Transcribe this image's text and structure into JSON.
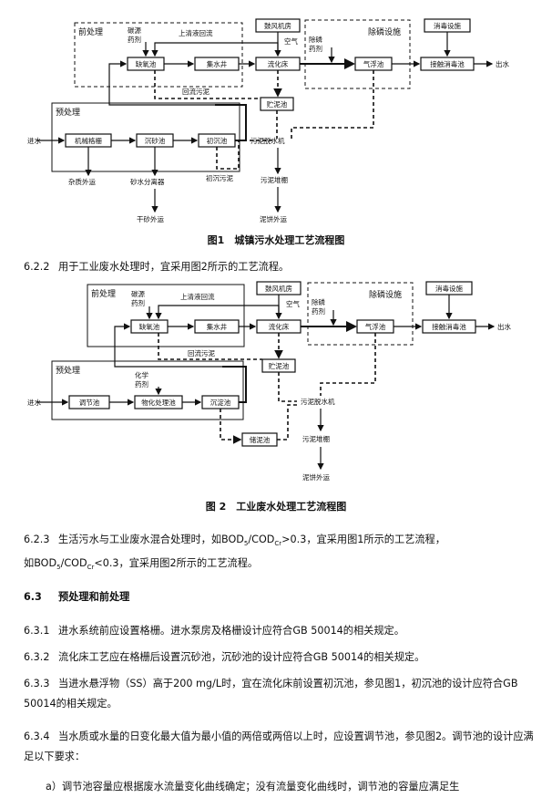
{
  "fig1": {
    "caption": "图1　城镇污水处理工艺流程图",
    "regions": {
      "pre_treatment": "前处理",
      "pretreatment": "预处理",
      "phosphorus": "除磷设施"
    },
    "boxes": {
      "anoxic": "缺氧池",
      "collect": "集水井",
      "fluidized": "流化床",
      "blower": "鼓风机房",
      "float": "气浮池",
      "contact": "接触消毒池",
      "disinfect": "消毒设施",
      "sludge_tank": "贮泥池",
      "screen": "机械格栅",
      "grit": "沉砂池",
      "primary": "初沉池"
    },
    "labels": {
      "carbon": "碳源",
      "carbon2": "药剂",
      "supernatant": "上清液回流",
      "air": "空气",
      "p_removal": "除磷",
      "p_removal2": "药剂",
      "outlet": "出水",
      "return_sludge": "回流污泥",
      "inlet": "进水",
      "dewater": "污泥脱水机",
      "primary_sludge": "初沉污泥",
      "sludge_shed": "污泥堆棚",
      "debris": "杂质外运",
      "sand_sep": "砂水分离器",
      "sand_out": "干砂外运",
      "cake_out": "泥饼外运"
    }
  },
  "fig2": {
    "caption": "图 2　工业废水处理工艺流程图",
    "regions": {
      "pre_treatment": "前处理",
      "pretreatment": "预处理",
      "phosphorus": "除磷设施"
    },
    "boxes": {
      "anoxic": "缺氧池",
      "collect": "集水井",
      "fluidized": "流化床",
      "blower": "鼓风机房",
      "float": "气浮池",
      "contact": "接触消毒池",
      "disinfect": "消毒设施",
      "sludge_tank": "贮泥池",
      "equalize": "调节池",
      "physchem": "物化处理池",
      "settle": "沉淀池",
      "sludge_store": "储泥池"
    },
    "labels": {
      "carbon": "碳源",
      "carbon2": "药剂",
      "supernatant": "上清液回流",
      "air": "空气",
      "p_removal": "除磷",
      "p_removal2": "药剂",
      "outlet": "出水",
      "return_sludge": "回流污泥",
      "inlet": "进水",
      "chem": "化学",
      "chem2": "药剂",
      "dewater": "污泥脱水机",
      "sludge_shed": "污泥堆棚",
      "cake_out": "泥饼外运"
    }
  },
  "text": {
    "p622_num": "6.2.2",
    "p622": "用于工业废水处理时，宜采用图2所示的工艺流程。",
    "p623_num": "6.2.3",
    "p623_a": "生活污水与工业废水混合处理时，如BOD",
    "p623_b": "/COD",
    "p623_c": ">0.3，宜采用图1所示的工艺流程，",
    "p623_d": "如BOD",
    "p623_e": "/COD",
    "p623_f": "<0.3，宜采用图2所示的工艺流程。",
    "sub5": "5",
    "subcr": "Cr",
    "sec63_num": "6.3",
    "sec63": "预处理和前处理",
    "p631_num": "6.3.1",
    "p631": "进水系统前应设置格栅。进水泵房及格栅设计应符合GB 50014的相关规定。",
    "p632_num": "6.3.2",
    "p632": "流化床工艺应在格栅后设置沉砂池，沉砂池的设计应符合GB 50014的相关规定。",
    "p633_num": "6.3.3",
    "p633": "当进水悬浮物（SS）高于200 mg/L时，宜在流化床前设置初沉池，参见图1，初沉池的设计应符合GB 50014的相关规定。",
    "p634_num": "6.3.4",
    "p634": "当水质或水量的日变化最大值为最小值的两倍或两倍以上时，应设置调节池，参见图2。调节池的设计应满足以下要求：",
    "pa": "a）调节池容量应根据废水流量变化曲线确定；没有流量变化曲线时，调节池的容量应满足生"
  }
}
